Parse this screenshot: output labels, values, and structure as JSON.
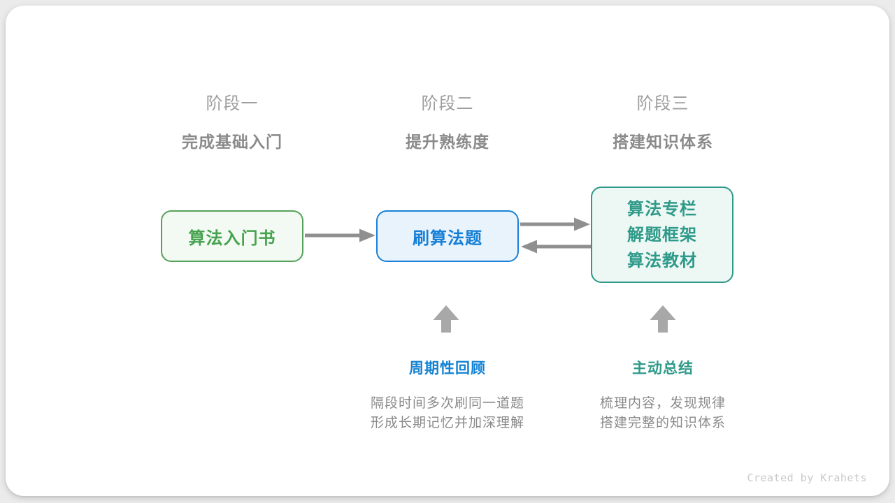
{
  "stages": [
    {
      "label": "阶段一",
      "subtitle": "完成基础入门"
    },
    {
      "label": "阶段二",
      "subtitle": "提升熟练度"
    },
    {
      "label": "阶段三",
      "subtitle": "搭建知识体系"
    }
  ],
  "nodes": {
    "intro_book": {
      "label": "算法入门书"
    },
    "practice": {
      "label": "刷算法题"
    },
    "resources": {
      "lines": [
        "算法专栏",
        "解题框架",
        "算法教材"
      ]
    }
  },
  "annotations": [
    {
      "title": "周期性回顾",
      "desc_line1": "隔段时间多次刷同一道题",
      "desc_line2": "形成长期记忆并加深理解"
    },
    {
      "title": "主动总结",
      "desc_line1": "梳理内容，发现规律",
      "desc_line2": "搭建完整的知识体系"
    }
  ],
  "credit": "Created by Krahets",
  "colors": {
    "page_background": "#ebebeb",
    "card_background": "#ffffff",
    "green_border": "#57a05c",
    "green_text": "#45a24e",
    "green_fill": "#f3f9f3",
    "blue_border": "#1981d8",
    "blue_text": "#157fd6",
    "blue_fill": "#e9f3fc",
    "teal_border": "#2f998a",
    "teal_text": "#2e9a89",
    "teal_fill": "#edf7f4",
    "blue_label": "#1482d2",
    "teal_label": "#2e9a89",
    "stage_label_gray": "#9e9e9e",
    "stage_subtitle_gray": "#8a8a8a",
    "desc_gray": "#8a8a8a",
    "arrow_gray": "#8f8f8f",
    "block_arrow_gray": "#a8a8a8",
    "credit_gray": "#c9c9c9"
  }
}
